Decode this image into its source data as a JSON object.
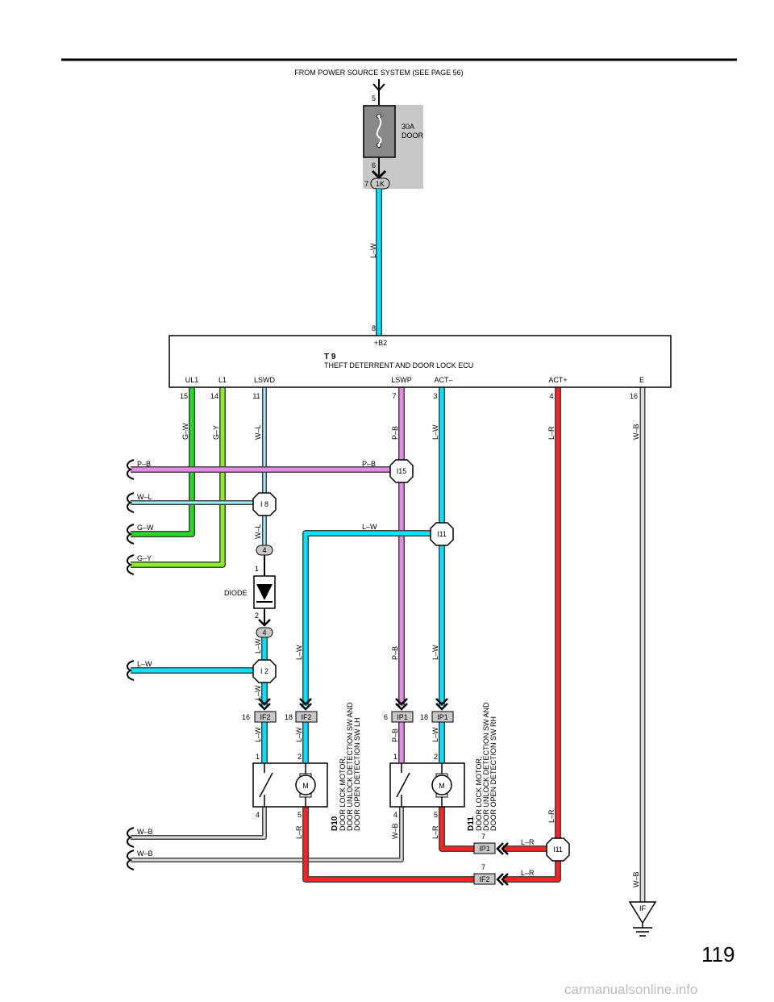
{
  "source": "FROM POWER SOURCE SYSTEM (SEE PAGE 56)",
  "fuse": {
    "amp": "30A",
    "name": "DOOR",
    "pin_in": "5",
    "pin_out": "6",
    "conn_pin": "7",
    "conn": "1K"
  },
  "ecu": {
    "code": "T 9",
    "name": "THEFT DETERRENT AND DOOR LOCK ECU",
    "top_pin": "8",
    "top_term": "+B2",
    "terminals": [
      {
        "name": "UL1",
        "pin": "15",
        "wire": "G–W"
      },
      {
        "name": "L1",
        "pin": "14",
        "wire": "G–Y"
      },
      {
        "name": "LSWD",
        "pin": "11",
        "wire": "W–L"
      },
      {
        "name": "LSWP",
        "pin": "7",
        "wire": "P–B"
      },
      {
        "name": "ACT–",
        "pin": "3",
        "wire": "L–W"
      },
      {
        "name": "ACT+",
        "pin": "4",
        "wire": "L–R"
      },
      {
        "name": "E",
        "pin": "16",
        "wire": "W–B"
      }
    ]
  },
  "wire_labels": {
    "lw": "L–W",
    "pb": "P–B",
    "wl": "W–L",
    "gw": "G–W",
    "gy": "G–Y",
    "wb": "W–B",
    "lr": "L–R"
  },
  "junctions": {
    "i15": "I15",
    "i8": "I 8",
    "i11": "I11",
    "i2": "I 2",
    "i11b": "I11",
    "ground": "IF"
  },
  "diode": {
    "label": "DIODE",
    "conn": "4",
    "pin1": "1",
    "pin2": "2"
  },
  "connectors": [
    {
      "pin": "16",
      "code": "IF2"
    },
    {
      "pin": "18",
      "code": "IF2"
    },
    {
      "pin": "6",
      "code": "IP1"
    },
    {
      "pin": "18",
      "code": "IP1"
    },
    {
      "pin": "7",
      "code": "IP1"
    },
    {
      "pin": "7",
      "code": "IF2"
    }
  ],
  "motors": [
    {
      "code": "D10",
      "lines": [
        "DOOR LOCK MOTOR,",
        "DOOR UNLOCK DETECTION SW AND",
        "DOOR OPEN DETECTION SW LH"
      ],
      "symbol": "M",
      "pins": [
        "1",
        "2",
        "4",
        "5"
      ]
    },
    {
      "code": "D11",
      "lines": [
        "DOOR LOCK MOTOR,",
        "DOOR UNLOCK DETECTION SW AND",
        "DOOR OPEN DETECTION SW RH"
      ],
      "symbol": "M",
      "pins": [
        "1",
        "2",
        "4",
        "5"
      ]
    }
  ],
  "page_number": "119",
  "watermark": "carmanualsonline.info",
  "colors": {
    "lw": "#00e5ff",
    "pb": "#e58ae5",
    "gw": "#22dd22",
    "gy": "#88ee22",
    "wl": "#9ff0ff",
    "wb": "#888888",
    "lr": "#ff2020"
  }
}
